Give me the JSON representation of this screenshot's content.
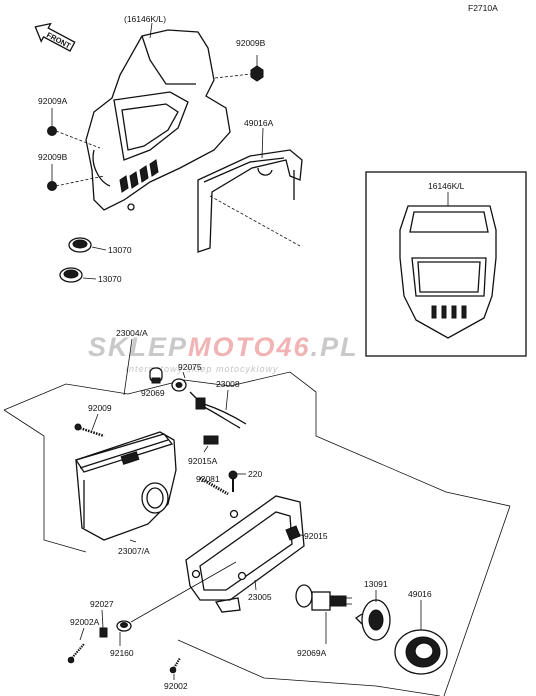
{
  "diagram_code": "F2710A",
  "front_arrow_label": "FRONT",
  "watermark": {
    "part1": "SKLEP",
    "part2": "MOTO46",
    "part3": ".PL",
    "tagline": "internetowy sklep motocyklowy"
  },
  "part_labels": {
    "cowl": "(16146K/L)",
    "bolt_top": "92009B",
    "screw_a": "92009A",
    "screw_b": "92009B",
    "bracket": "49016A",
    "grommet_1": "13070",
    "grommet_2": "13070",
    "inset_cowl": "16146K/L",
    "headlight_assy": "23004/A",
    "bulb_small": "92069",
    "socket": "92075",
    "harness": "23008",
    "screw_long": "92009",
    "clip": "92015A",
    "spring": "92081",
    "bolt_220": "220",
    "lamp_unit": "23007/A",
    "nut": "92015",
    "frame": "23005",
    "bulb_main": "92069A",
    "bulb_socket": "13091",
    "cover": "49016",
    "damper": "92027",
    "screw_bottom_a": "92002A",
    "collar": "92160",
    "screw_bottom": "92002"
  }
}
